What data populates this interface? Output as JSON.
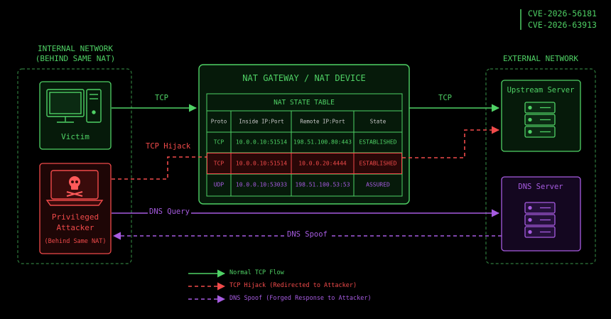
{
  "cve": {
    "line1": "CVE-2026-56181",
    "line2": "CVE-2026-63913"
  },
  "internal": {
    "title_line1": "INTERNAL NETWORK",
    "title_line2": "(BEHIND SAME NAT)",
    "victim_label": "Victim",
    "attacker_line1": "Privileged",
    "attacker_line2": "Attacker",
    "attacker_note": "(Behind Same NAT)"
  },
  "external": {
    "title": "EXTERNAL NETWORK",
    "upstream_label": "Upstream Server",
    "dns_label": "DNS Server"
  },
  "nat": {
    "title": "NAT GATEWAY / NAT DEVICE",
    "table_title": "NAT STATE TABLE",
    "headers": [
      "Proto",
      "Inside IP:Port",
      "Remote IP:Port",
      "State"
    ],
    "rows": [
      [
        "TCP",
        "10.0.0.10:51514",
        "198.51.100.80:443",
        "ESTABLISHED"
      ],
      [
        "TCP",
        "10.0.0.10:51514",
        "10.0.0.20:4444",
        "ESTABLISHED"
      ],
      [
        "UDP",
        "10.0.0.10:53033",
        "198.51.100.53:53",
        "ASSURED"
      ]
    ]
  },
  "flows": {
    "tcp_in": "TCP",
    "tcp_out": "TCP",
    "hijack": "TCP Hijack",
    "dns_query": "DNS Query",
    "dns_spoof": "DNS Spoof"
  },
  "legend": {
    "normal": "Normal TCP Flow",
    "hijack": "TCP Hijack (Redirected to Attacker)",
    "spoof": "DNS Spoof (Forged Response to Attacker)"
  },
  "colors": {
    "green": "#4fd165",
    "red": "#f04a4a",
    "purple": "#a65be0",
    "background": "#000000"
  }
}
